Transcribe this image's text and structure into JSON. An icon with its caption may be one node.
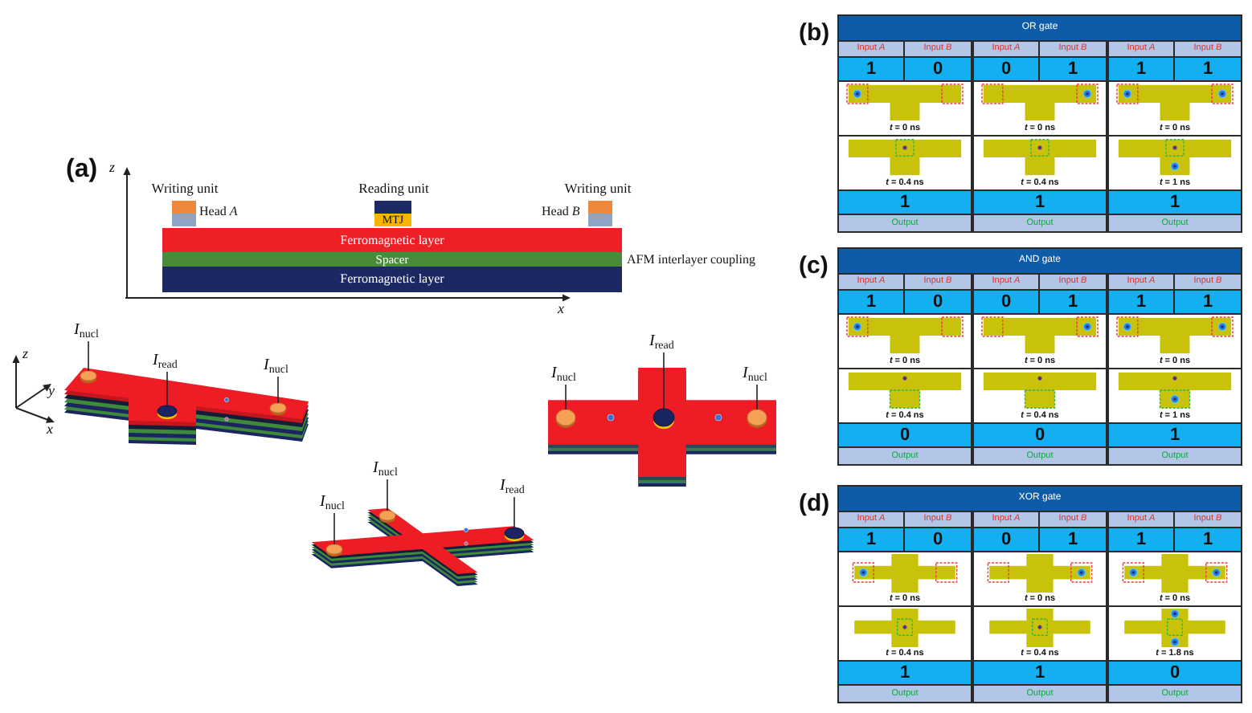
{
  "diagram": {
    "nodes": [
      {
        "text": [
          "Writing unit"
        ],
        "beside": [
          "Head *A*"
        ]
      },
      {
        "text": [
          "Reading unit",
          "MTJ"
        ]
      },
      {
        "text": [
          "Writing unit"
        ],
        "beside": [
          "Head *B*"
        ]
      },
      {
        "text": [
          "Ferromagnetic layer"
        ]
      },
      {
        "text": [
          "Spacer"
        ],
        "beside": [
          "AFM interlayer coupling"
        ]
      },
      {
        "text": [
          "Ferromagnetic layer"
        ]
      },
      {
        "text": [
          "*I*$_{nucl}$"
        ]
      },
      {
        "text": [],
        "shape": "circle"
      },
      {
        "text": [
          "*I*$_{read}$"
        ]
      },
      {
        "text": [],
        "shape": "circle"
      },
      {
        "text": [
          "*I*$_{nucl}$"
        ]
      },
      {
        "text": [],
        "shape": "circle"
      },
      {
        "text": [
          "*I*$_{nucl}$"
        ]
      },
      {
        "text": [],
        "shape": "circle"
      },
      {
        "text": [
          "*I*$_{read}$"
        ]
      },
      {
        "text": [],
        "shape": "circle"
      },
      {
        "text": [
          "*I*$_{nucl}$"
        ]
      },
      {
        "text": [],
        "shape": "circle"
      },
      {
        "text": [
          "*I*$_{nucl}$"
        ]
      },
      {
        "text": [],
        "shape": "circle"
      },
      {
        "text": [
          "*I*$_{nucl}$"
        ]
      },
      {
        "text": [],
        "shape": "circle"
      },
      {
        "text": [
          "*I*$_{read}$"
        ]
      },
      {
        "text": [],
        "shape": "circle"
      }
    ],
    "edges": [
      {
        "from": 6,
        "to": 7,
        "arrow": "none"
      },
      {
        "from": 8,
        "to": 9,
        "arrow": "none"
      },
      {
        "from": 10,
        "to": 11,
        "arrow": "none"
      },
      {
        "from": 12,
        "to": 13,
        "arrow": "none"
      },
      {
        "from": 14,
        "to": 15,
        "arrow": "none"
      },
      {
        "from": 16,
        "to": 17,
        "arrow": "none"
      },
      {
        "from": 18,
        "to": 19,
        "arrow": "none"
      },
      {
        "from": 20,
        "to": 21,
        "arrow": "none"
      },
      {
        "from": 22,
        "to": 23,
        "arrow": "none"
      }
    ],
    "labels": [
      "(a)",
      "z",
      "x",
      "z",
      "y",
      "x",
      "(b)",
      "OR gate",
      "Input *A*",
      "Input *B*",
      "Input *A*",
      "Input *B*",
      "Input *A*",
      "Input *B*",
      "1",
      "0",
      "0",
      "1",
      "1",
      "1",
      "*t* = 0 ns",
      "*t* = 0 ns",
      "*t* = 0 ns",
      "*t* = 0.4 ns",
      "*t* = 0.4 ns",
      "*t* = 1 ns",
      "1",
      "1",
      "1",
      "Output",
      "Output",
      "Output",
      "(c)",
      "AND gate",
      "Input *A*",
      "Input *B*",
      "Input *A*",
      "Input *B*",
      "Input *A*",
      "Input *B*",
      "1",
      "0",
      "0",
      "1",
      "1",
      "1",
      "*t* = 0 ns",
      "*t* = 0 ns",
      "*t* = 0 ns",
      "*t* = 0.4 ns",
      "*t* = 0.4 ns",
      "*t* = 1 ns",
      "0",
      "0",
      "1",
      "Output",
      "Output",
      "Output",
      "(d)",
      "XOR gate",
      "Input *A*",
      "Input *B*",
      "Input *A*",
      "Input *B*",
      "Input *A*",
      "Input *B*",
      "1",
      "0",
      "0",
      "1",
      "1",
      "1",
      "*t* = 0 ns",
      "*t* = 0 ns",
      "*t* = 0 ns",
      "*t* = 0.4 ns",
      "*t* = 0.4 ns",
      "*t* = 1.8 ns",
      "1",
      "1",
      "0",
      "Output",
      "Output",
      "Output"
    ]
  }
}
